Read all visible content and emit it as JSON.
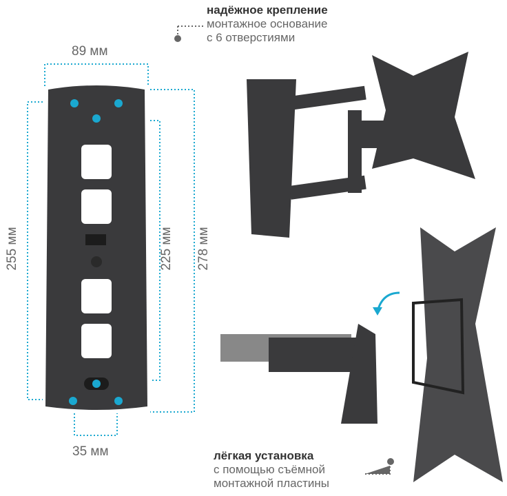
{
  "feature_top": {
    "title": "надёжное крепление",
    "line1": "монтажное основание",
    "line2": "с 6 отверстиями"
  },
  "feature_bottom": {
    "title": "лёгкая установка",
    "line1": "с помощью съёмной",
    "line2": "монтажной пластины"
  },
  "dimensions": {
    "width_top": "89 мм",
    "height_left": "255 мм",
    "height_inner": "225 мм",
    "height_outer": "278 мм",
    "width_bottom": "35 мм"
  },
  "colors": {
    "accent": "#1aa8d0",
    "metal": "#3a3a3c"
  }
}
